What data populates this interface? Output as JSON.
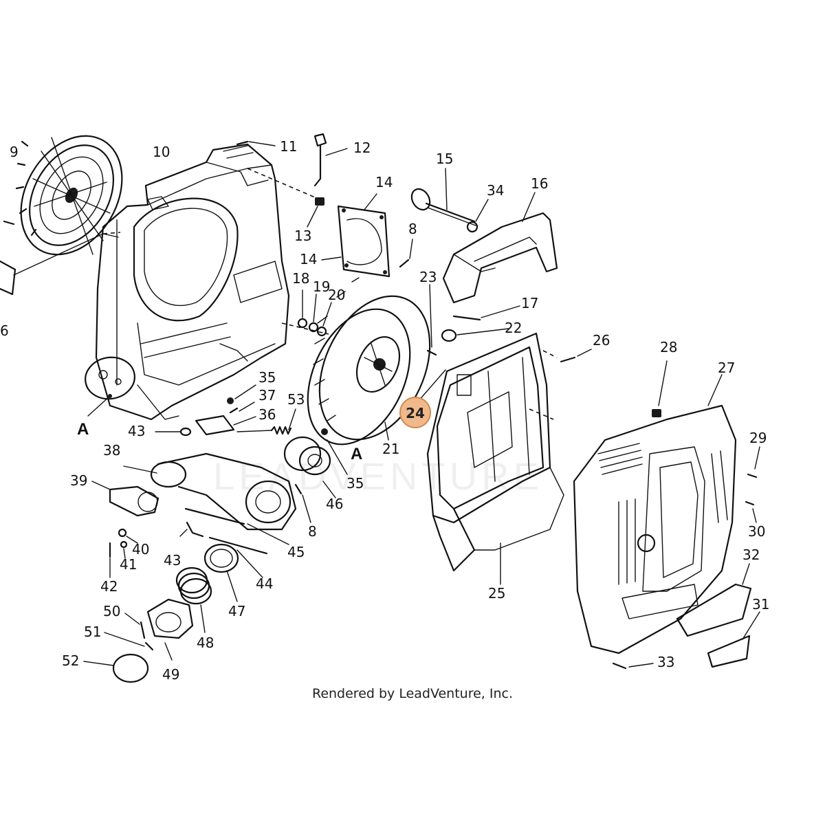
{
  "highlighted_part": "24",
  "section_labels": {
    "a_left": "A",
    "a_right": "A"
  },
  "watermark": "LEADVENTURE",
  "footer": "Rendered by LeadVenture, Inc.",
  "accent_color": "#f0b98c",
  "part_numbers": {
    "p9": "9",
    "p10": "10",
    "p11": "11",
    "p12": "12",
    "p13": "13",
    "p14a": "14",
    "p14b": "14",
    "p15": "15",
    "p16": "16",
    "p17": "17",
    "p18": "18",
    "p19": "19",
    "p20": "20",
    "p21": "21",
    "p22": "22",
    "p23": "23",
    "p25": "25",
    "p26": "26",
    "p27": "27",
    "p28": "28",
    "p29": "29",
    "p30": "30",
    "p31": "31",
    "p32": "32",
    "p33": "33",
    "p34": "34",
    "p35a": "35",
    "p35b": "35",
    "p36": "36",
    "p37": "37",
    "p38": "38",
    "p39": "39",
    "p40": "40",
    "p41": "41",
    "p42": "42",
    "p43a": "43",
    "p43b": "43",
    "p44": "44",
    "p45": "45",
    "p46": "46",
    "p47": "47",
    "p48": "48",
    "p49": "49",
    "p50": "50",
    "p51": "51",
    "p52": "52",
    "p53": "53",
    "p8a": "8",
    "p8b": "8",
    "p6": "6"
  }
}
